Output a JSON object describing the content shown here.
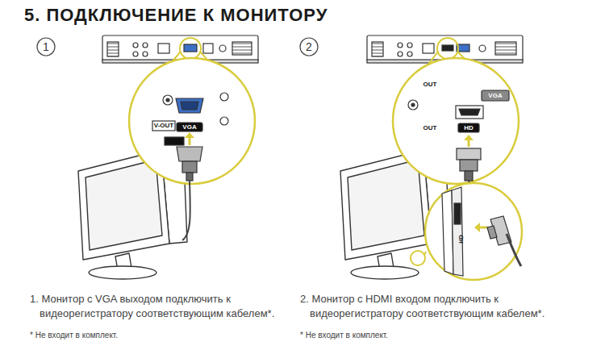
{
  "diagram": {
    "title": "5. ПОДКЛЮЧЕНИЕ К МОНИТОРУ",
    "labels": [
      "1",
      "2",
      "V-OUT",
      "VGA",
      "OUT",
      "VGA",
      "OUT",
      "HD",
      "HD",
      "1. Монитор с VGA выходом подключить к видеорегистратору соответствующим кабелем*.",
      "* Не входит в комплект.",
      "2. Монитор с HDMI входом подключить к видеорегистратору соответствующим кабелем*.",
      "* Не входит в комплект."
    ]
  }
}
